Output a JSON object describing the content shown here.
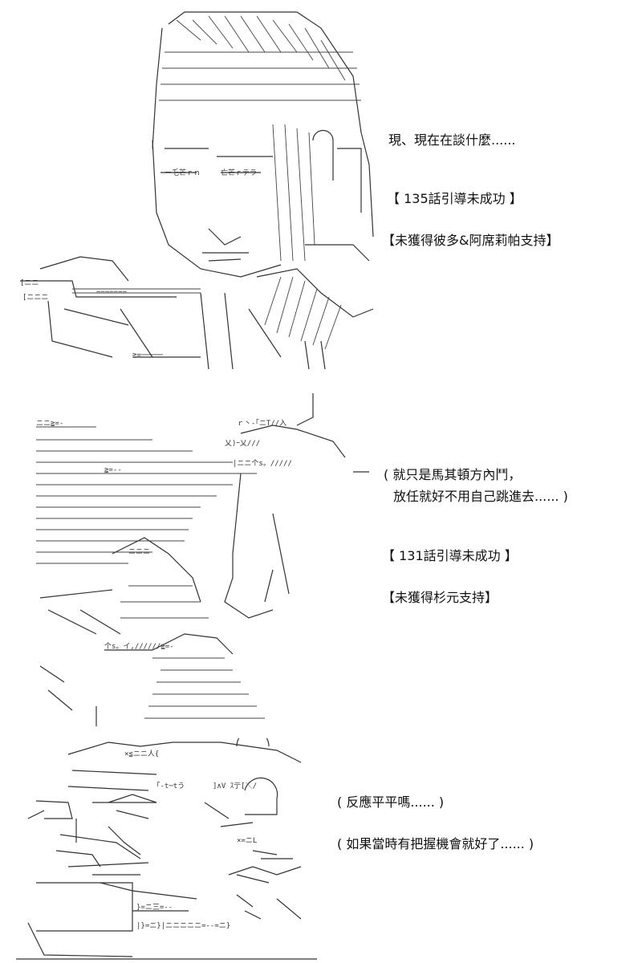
{
  "panels": [
    {
      "lines": [
        "現、現在在談什麼......",
        "【 135話引導未成功 】",
        "【未獲得彼多&阿席莉帕支持】"
      ]
    },
    {
      "lines": [
        "( 就只是馬其頓方內鬥，",
        "放任就好不用自己跳進去...... )",
        "【 131話引導未成功 】",
        "【未獲得杉元支持】"
      ]
    },
    {
      "lines": [
        "( 反應平平嗎...... )",
        "( 如果當時有把握機會就好了...... )"
      ]
    }
  ],
  "colors": {
    "ink": "#111111",
    "art": "#333333",
    "background": "#ffffff"
  }
}
